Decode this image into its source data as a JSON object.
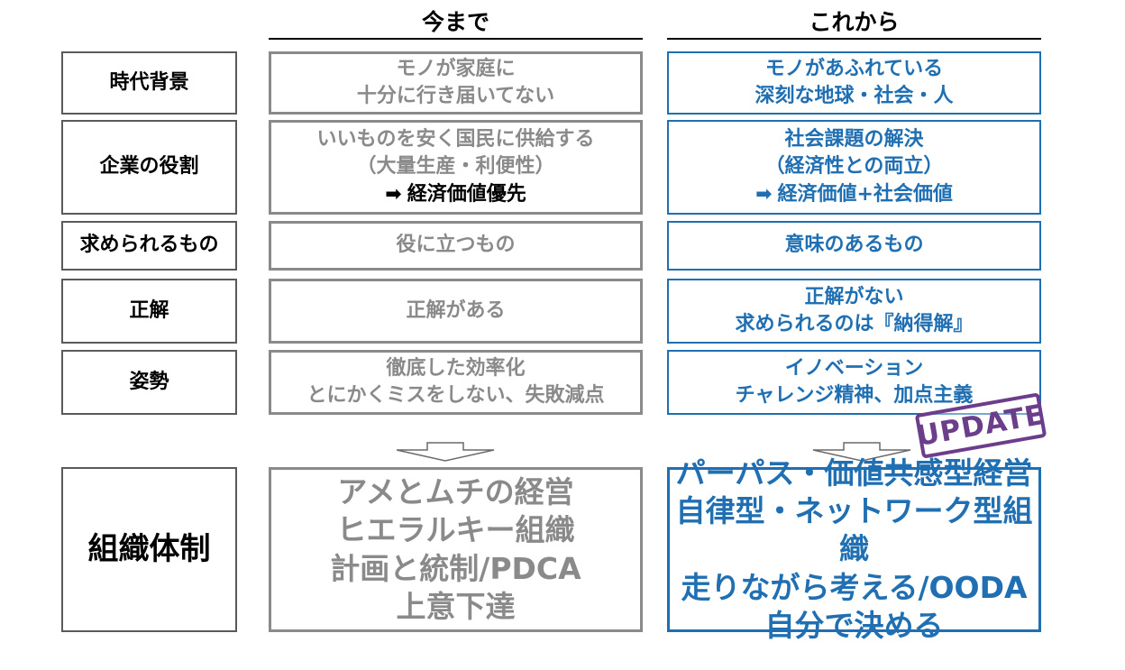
{
  "headers": {
    "before": "今まで",
    "after": "これから"
  },
  "rows": [
    {
      "label": "時代背景",
      "before": [
        "モノが家庭に",
        "十分に行き届いてない"
      ],
      "after": [
        "モノがあふれている",
        "深刻な地球・社会・人"
      ]
    },
    {
      "label": "企業の役割",
      "before": [
        "いいものを安く国民に供給する",
        "（大量生産・利便性）"
      ],
      "before_emphasis": "経済価値優先",
      "after": [
        "社会課題の解決",
        "（経済性との両立）"
      ],
      "after_emphasis": "経済価値+社会価値",
      "arrow_glyph": "➡"
    },
    {
      "label": "求められるもの",
      "before": [
        "役に立つもの"
      ],
      "after": [
        "意味のあるもの"
      ]
    },
    {
      "label": "正解",
      "before": [
        "正解がある"
      ],
      "after": [
        "正解がない",
        "求められるのは『納得解』"
      ]
    },
    {
      "label": "姿勢",
      "before": [
        "徹底した効率化",
        "とにかくミスをしない、失敗減点"
      ],
      "after": [
        "イノベーション",
        "チャレンジ精神、加点主義"
      ]
    }
  ],
  "result": {
    "label": "組織体制",
    "before": [
      "アメとムチの経営",
      "ヒエラルキー組織",
      "計画と統制/PDCA",
      "上意下達"
    ],
    "after": [
      "パーパス・価値共感型経営",
      "自律型・ネットワーク型組織",
      "走りながら考える/OODA",
      "自分で決める"
    ]
  },
  "stamp": {
    "text": "UPDATE",
    "color": "#6b3d8a"
  },
  "colors": {
    "label_text": "#000000",
    "before": "#8a8a8a",
    "after": "#1f6fb2"
  }
}
